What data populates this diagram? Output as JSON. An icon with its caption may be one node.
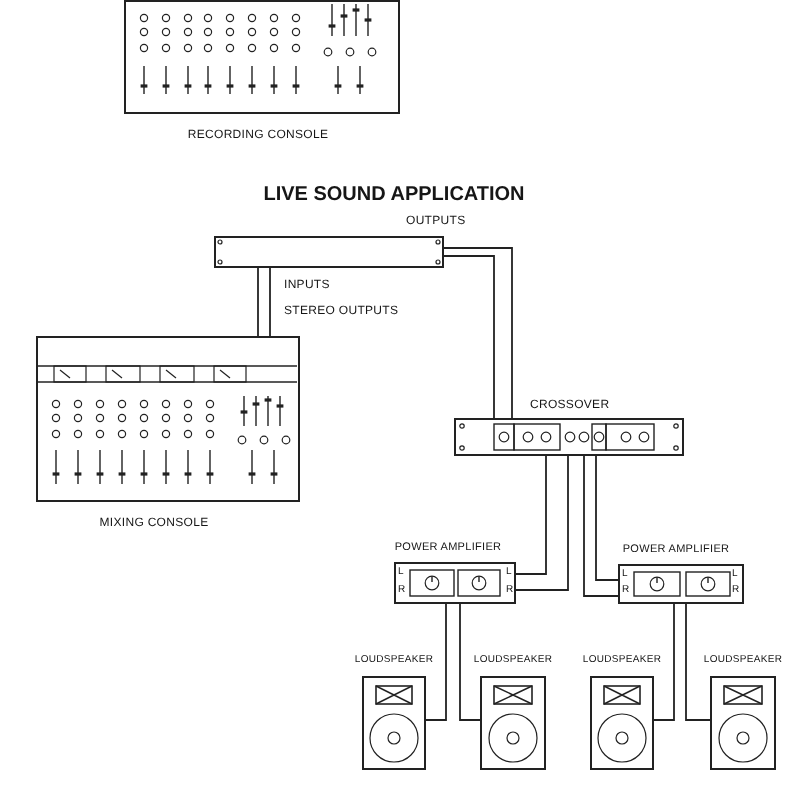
{
  "diagram": {
    "title": "LIVE SOUND APPLICATION",
    "nodes": [
      {
        "text": [
          "RECORDING CONSOLE"
        ]
      },
      {
        "text": [],
        "shape": "box"
      },
      {
        "text": [
          "MIXING CONSOLE"
        ]
      },
      {
        "text": [
          "CROSSOVER"
        ]
      },
      {
        "text": [
          "POWER AMPLIFIER",
          "L",
          "R",
          "L",
          "R"
        ]
      },
      {
        "text": [
          "POWER AMPLIFIER",
          "L",
          "R",
          "L",
          "R"
        ]
      },
      {
        "text": [
          "LOUDSPEAKER"
        ]
      },
      {
        "text": [
          "LOUDSPEAKER"
        ]
      },
      {
        "text": [
          "LOUDSPEAKER"
        ]
      },
      {
        "text": [
          "LOUDSPEAKER"
        ]
      }
    ],
    "edges": [
      {
        "from": 1,
        "to": 2,
        "arrow": "none"
      },
      {
        "from": 1,
        "to": 2,
        "arrow": "none"
      },
      {
        "from": 1,
        "to": 3,
        "arrow": "none"
      },
      {
        "from": 1,
        "to": 3,
        "arrow": "none"
      },
      {
        "from": 3,
        "to": 4,
        "arrow": "none"
      },
      {
        "from": 3,
        "to": 4,
        "arrow": "none"
      },
      {
        "from": 3,
        "to": 5,
        "arrow": "none"
      },
      {
        "from": 3,
        "to": 5,
        "arrow": "none"
      },
      {
        "from": 4,
        "to": 6,
        "arrow": "none"
      },
      {
        "from": 4,
        "to": 7,
        "arrow": "none"
      },
      {
        "from": 5,
        "to": 8,
        "arrow": "none"
      },
      {
        "from": 5,
        "to": 9,
        "arrow": "none"
      }
    ],
    "labels": [
      "OUTPUTS",
      "INPUTS",
      "STEREO OUTPUTS"
    ]
  }
}
